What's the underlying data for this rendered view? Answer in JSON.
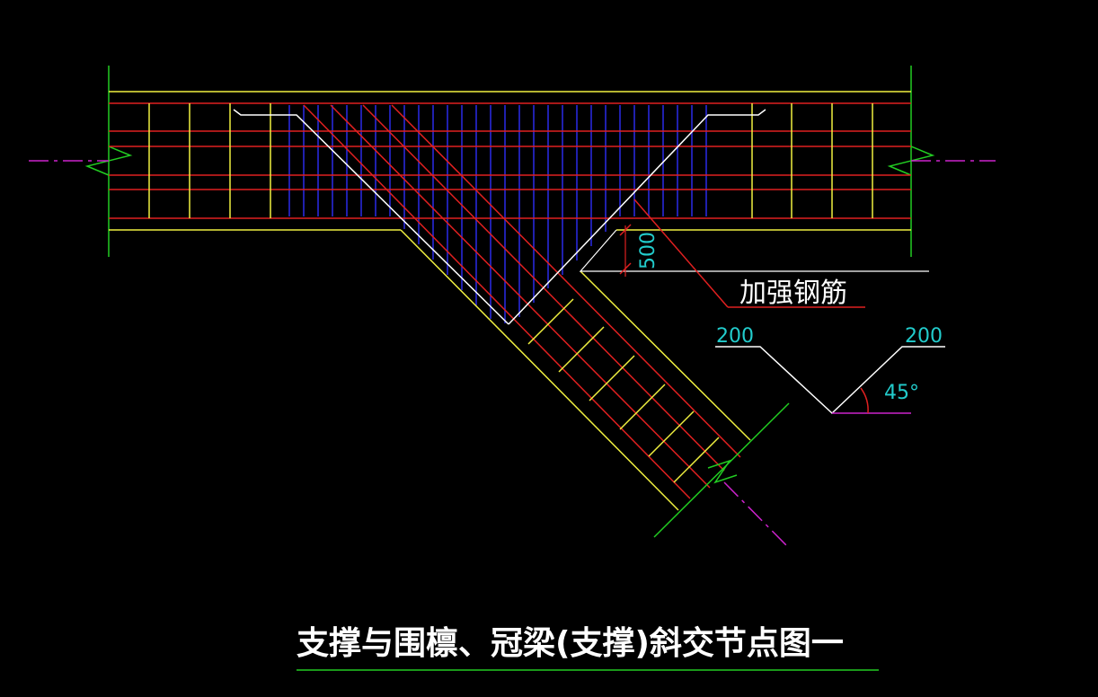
{
  "title": "支撑与围檩、冠梁(支撑)斜交节点图一",
  "labels": {
    "reinforcement_note": "加强钢筋",
    "dim_500": "500",
    "dim_left_200": "200",
    "dim_right_200": "200",
    "angle": "45°"
  },
  "colors": {
    "background": "#000000",
    "yellow": "#f0f040",
    "red": "#e02020",
    "blue": "#2a2ae8",
    "white": "#ffffff",
    "green": "#22cc22",
    "magenta": "#cc22cc",
    "cyan": "#22cccc"
  }
}
